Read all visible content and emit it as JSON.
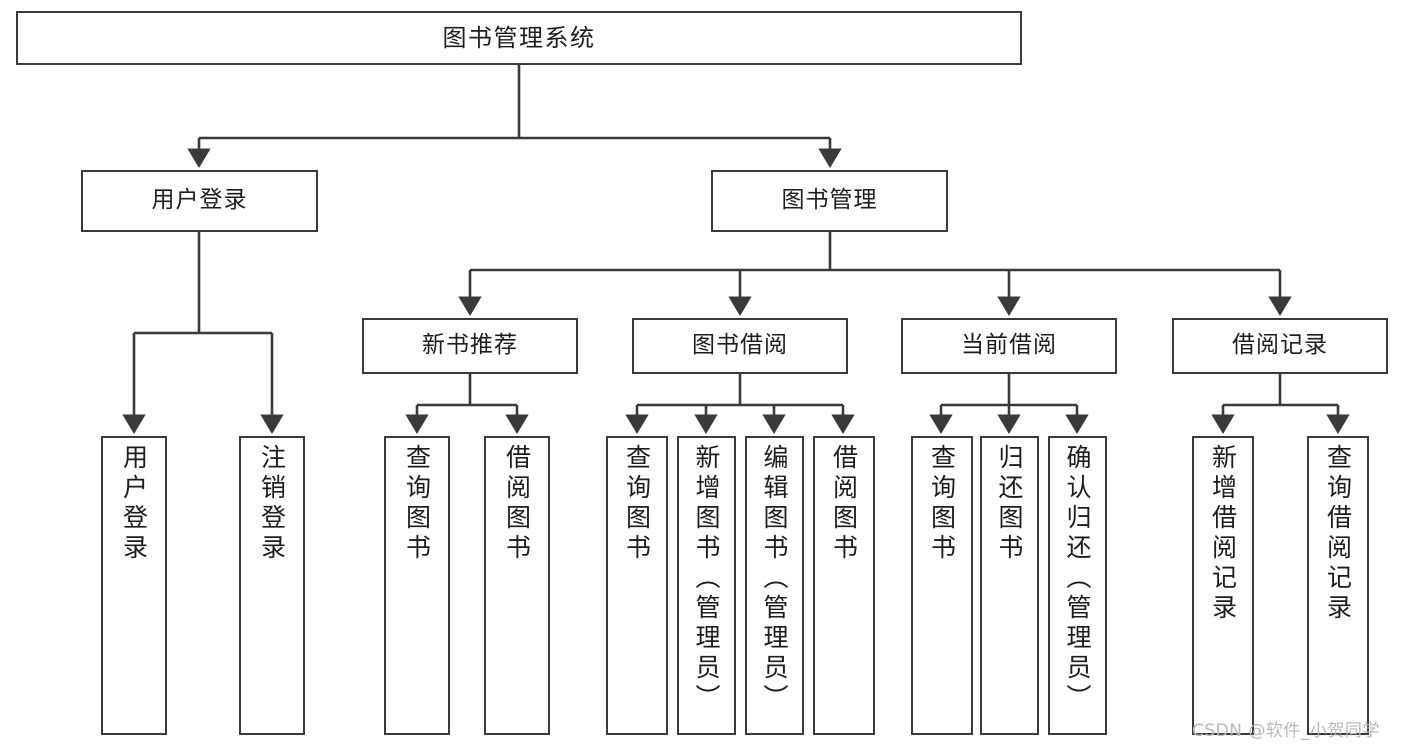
{
  "diagram": {
    "title": "图书管理系统",
    "type": "hierarchy-tree",
    "watermark": "CSDN @软件_小贺同学",
    "colors": {
      "background": "#ffffff",
      "node_border": "#3a3a3a",
      "node_fill": "#ffffff",
      "text": "#1d1d1d",
      "edge": "#3a3a3a",
      "watermark": "#b9b9b9"
    },
    "levels": [
      {
        "level": 1,
        "nodes": [
          {
            "id": "root",
            "label": "图书管理系统",
            "orientation": "horizontal"
          }
        ]
      },
      {
        "level": 2,
        "nodes": [
          {
            "id": "user-login",
            "label": "用户登录",
            "orientation": "horizontal",
            "parent": "root"
          },
          {
            "id": "book-manage",
            "label": "图书管理",
            "orientation": "horizontal",
            "parent": "root"
          }
        ]
      },
      {
        "level": 3,
        "nodes": [
          {
            "id": "new-book-rec",
            "label": "新书推荐",
            "orientation": "horizontal",
            "parent": "book-manage"
          },
          {
            "id": "book-borrow",
            "label": "图书借阅",
            "orientation": "horizontal",
            "parent": "book-manage"
          },
          {
            "id": "current-borrow",
            "label": "当前借阅",
            "orientation": "horizontal",
            "parent": "book-manage"
          },
          {
            "id": "borrow-record",
            "label": "借阅记录",
            "orientation": "horizontal",
            "parent": "book-manage"
          }
        ]
      },
      {
        "level": 4,
        "nodes": [
          {
            "id": "leaf-user-login",
            "label": "用户登录",
            "orientation": "vertical",
            "parent": "user-login"
          },
          {
            "id": "leaf-logout",
            "label": "注销登录",
            "orientation": "vertical",
            "parent": "user-login"
          },
          {
            "id": "leaf-query-book-1",
            "label": "查询图书",
            "orientation": "vertical",
            "parent": "new-book-rec"
          },
          {
            "id": "leaf-borrow-book-1",
            "label": "借阅图书",
            "orientation": "vertical",
            "parent": "new-book-rec"
          },
          {
            "id": "leaf-query-book-2",
            "label": "查询图书",
            "orientation": "vertical",
            "parent": "book-borrow"
          },
          {
            "id": "leaf-add-book",
            "label": "新增图书（管理员）",
            "orientation": "vertical",
            "parent": "book-borrow"
          },
          {
            "id": "leaf-edit-book",
            "label": "编辑图书（管理员）",
            "orientation": "vertical",
            "parent": "book-borrow"
          },
          {
            "id": "leaf-borrow-book-2",
            "label": "借阅图书",
            "orientation": "vertical",
            "parent": "book-borrow"
          },
          {
            "id": "leaf-query-book-3",
            "label": "查询图书",
            "orientation": "vertical",
            "parent": "current-borrow"
          },
          {
            "id": "leaf-return-book",
            "label": "归还图书",
            "orientation": "vertical",
            "parent": "current-borrow"
          },
          {
            "id": "leaf-confirm-return",
            "label": "确认归还（管理员）",
            "orientation": "vertical",
            "parent": "current-borrow"
          },
          {
            "id": "leaf-add-record",
            "label": "新增借阅记录",
            "orientation": "vertical",
            "parent": "borrow-record"
          },
          {
            "id": "leaf-query-record",
            "label": "查询借阅记录",
            "orientation": "vertical",
            "parent": "borrow-record"
          }
        ]
      }
    ]
  }
}
